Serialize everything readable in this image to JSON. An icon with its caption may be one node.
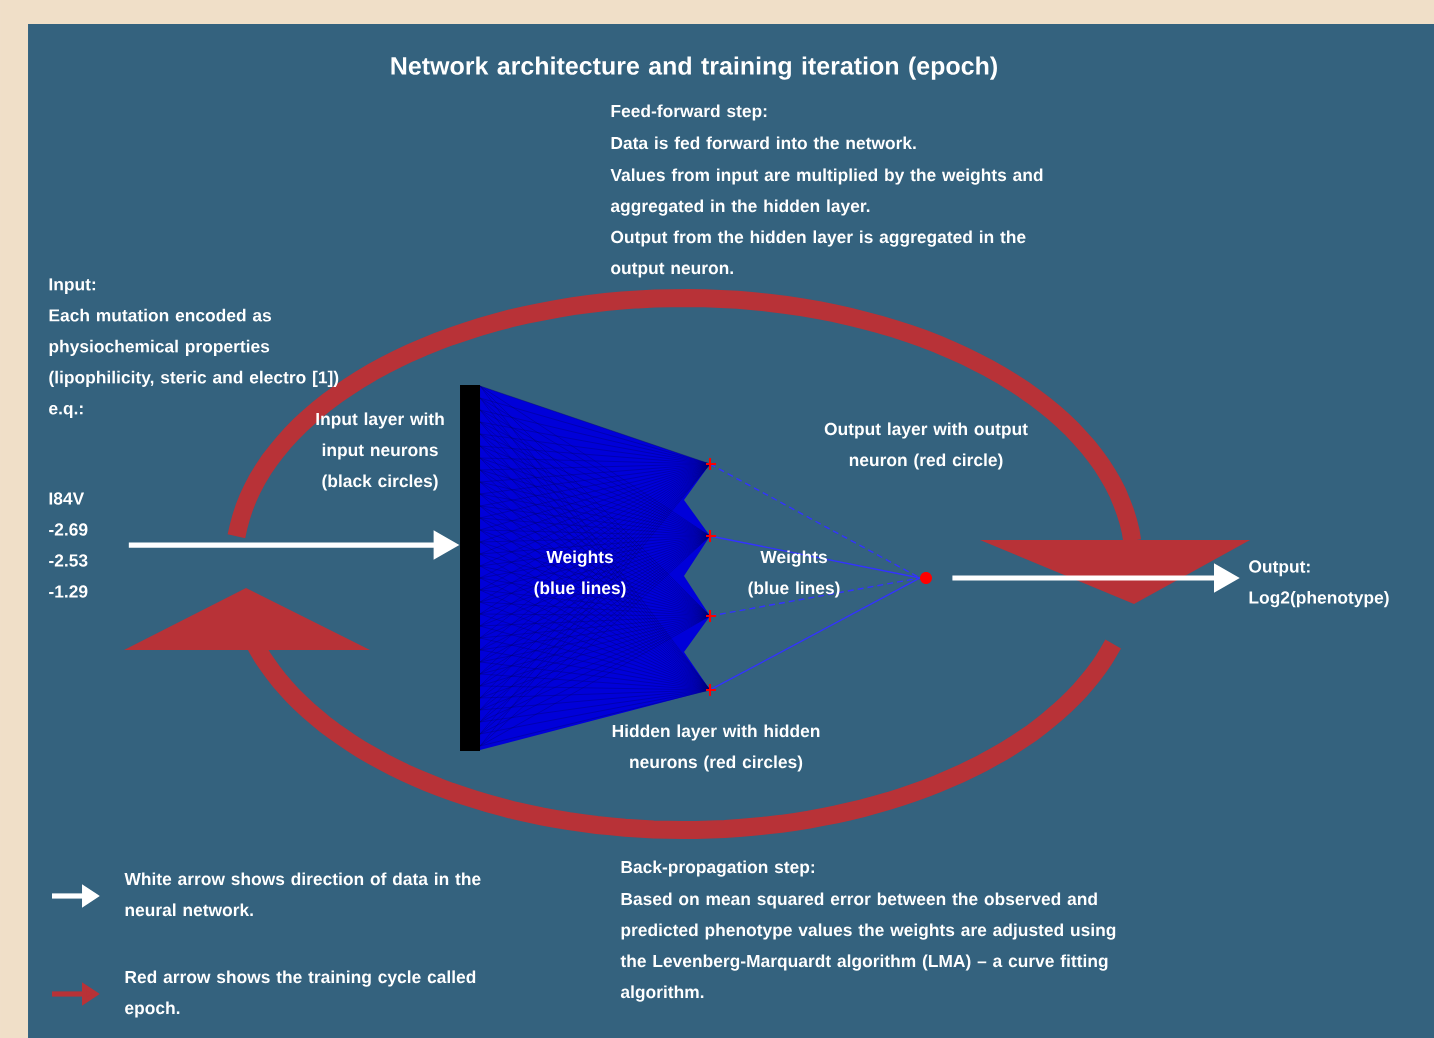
{
  "diagram": {
    "title": "Network architecture and training iteration (epoch)",
    "nodes": [
      {
        "text": [
          "Input:",
          "Each mutation encoded as physiochemical properties (lipophilicity, steric and electro [1]) e.q.:"
        ]
      },
      {
        "text": [
          "I84V -2.69 -2.53 -1.29"
        ]
      },
      {
        "text": [],
        "shape": "bar"
      },
      {
        "text": [],
        "shape": "circle"
      },
      {
        "text": [
          "Output:",
          "Log2(phenotype)"
        ]
      }
    ],
    "edges": [
      {
        "from": 1,
        "to": 2,
        "arrow": "to"
      },
      {
        "from": 3,
        "to": 4,
        "arrow": "to"
      }
    ],
    "labels": [
      "Input layer with input neurons (black circles)",
      "Feed-forward step:",
      "Data is fed forward into the network.",
      "Values from input are multiplied by the weights and aggregated in the hidden layer.",
      "Output from the hidden layer is aggregated in the output neuron.",
      "Weights (blue lines)",
      "Output layer with output neuron (red circle)",
      "Weights (blue lines)",
      "Hidden layer with hidden neurons (red circles)",
      "Back-propagation step:",
      "Based on mean squared error between the observed and predicted phenotype values the weights are adjusted using the Levenberg-Marquardt algorithm (LMA) – a curve fitting algorithm."
    ],
    "legend": [
      {
        "text": "White arrow shows direction of data in the neural network."
      },
      {
        "text": "Red arrow shows the training cycle called epoch."
      }
    ]
  }
}
